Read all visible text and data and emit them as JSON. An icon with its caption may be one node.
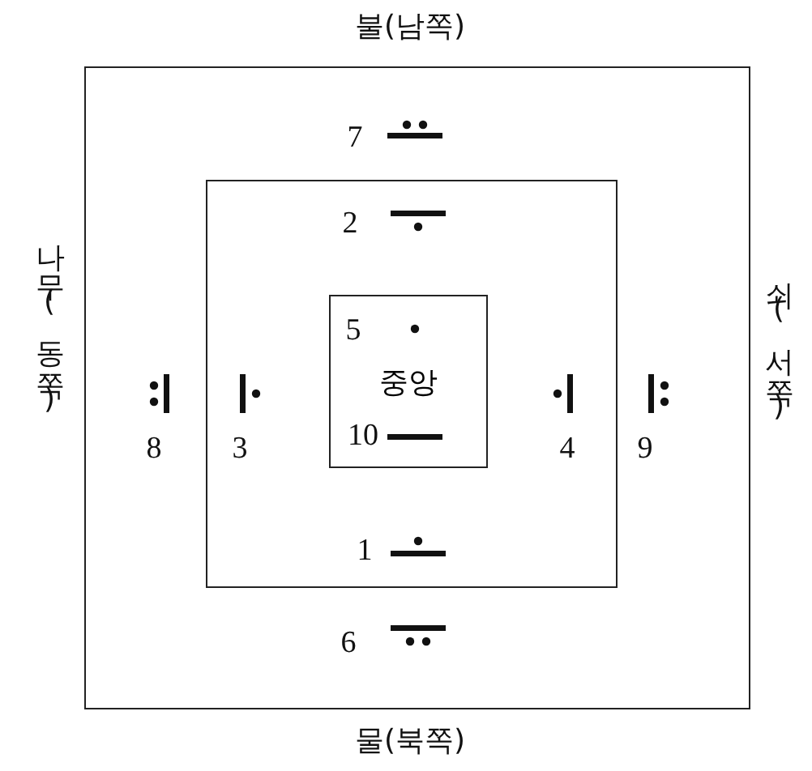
{
  "diagram": {
    "nodes": [
      {
        "text": [],
        "shape": "box"
      },
      {
        "text": [],
        "shape": "box",
        "in": 0
      },
      {
        "text": [
          "중앙"
        ],
        "in": 1
      }
    ],
    "labels": [
      "불(남쪽)",
      "7",
      "2",
      "나무(동쪽)",
      "쇠(서쪽)",
      "5",
      "8",
      "3",
      "10",
      "4",
      "9",
      "1",
      "6",
      "물(북쪽)"
    ]
  }
}
